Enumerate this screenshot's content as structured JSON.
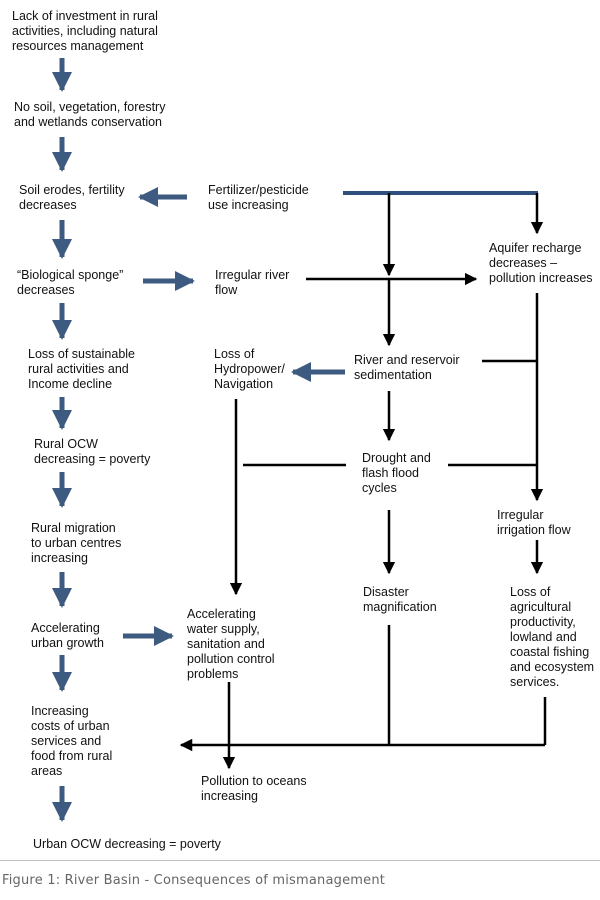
{
  "nodes": {
    "lack_investment": "Lack of investment in rural\nactivities, including natural\nresources management",
    "no_conservation": "No soil, vegetation, forestry\nand wetlands conservation",
    "soil_erodes": "Soil erodes, fertility\ndecreases",
    "fertilizer": "Fertilizer/pesticide\nuse increasing",
    "biological_sponge": "“Biological sponge”\ndecreases",
    "irregular_river": "Irregular river\nflow",
    "aquifer": "Aquifer recharge\ndecreases –\npollution increases",
    "loss_sustainable": "Loss of sustainable\nrural activities and\nIncome decline",
    "loss_hydropower": "Loss of\nHydropower/\nNavigation",
    "sedimentation": "River and reservoir\nsedimentation",
    "rural_ocw": "Rural OCW\ndecreasing = poverty",
    "drought": "Drought and\nflash flood\ncycles",
    "irrigation": "Irregular\nirrigation flow",
    "rural_migration": "Rural migration\nto urban centres\nincreasing",
    "disaster": "Disaster\nmagnification",
    "loss_agri": "Loss of\nagricultural\nproductivity,\nlowland and\ncoastal fishing\nand ecosystem\nservices.",
    "urban_growth": "Accelerating\nurban growth",
    "water_supply": "Accelerating\nwater supply,\nsanitation and\npollution control\nproblems",
    "urban_costs": "Increasing\ncosts of urban\nservices and\nfood from rural\nareas",
    "pollution_oceans": "Pollution to oceans\nincreasing",
    "urban_ocw": "Urban OCW decreasing = poverty"
  },
  "caption": "Figure 1: River Basin - Consequences of mismanagement",
  "colors": {
    "arrow_blue": "#3d5a80",
    "arrow_black": "#000000",
    "caption": "#666666"
  }
}
